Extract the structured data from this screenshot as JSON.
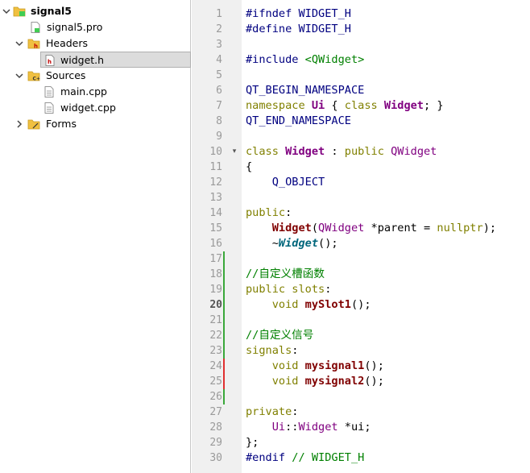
{
  "tree": {
    "project": "signal5",
    "pro_file": "signal5.pro",
    "headers": "Headers",
    "header_file": "widget.h",
    "sources": "Sources",
    "source_files": [
      "main.cpp",
      "widget.cpp"
    ],
    "forms": "Forms"
  },
  "editor": {
    "current_line": 20,
    "lines": [
      {
        "n": "1",
        "tokens": [
          [
            "pre",
            "#ifndef WIDGET_H"
          ]
        ]
      },
      {
        "n": "2",
        "tokens": [
          [
            "pre",
            "#define WIDGET_H"
          ]
        ]
      },
      {
        "n": "3",
        "tokens": []
      },
      {
        "n": "4",
        "tokens": [
          [
            "pre",
            "#include "
          ],
          [
            "inc",
            "<QWidget>"
          ]
        ]
      },
      {
        "n": "5",
        "tokens": []
      },
      {
        "n": "6",
        "tokens": [
          [
            "mac",
            "QT_BEGIN_NAMESPACE"
          ]
        ]
      },
      {
        "n": "7",
        "tokens": [
          [
            "kw",
            "namespace "
          ],
          [
            "cls",
            "Ui"
          ],
          [
            "pl",
            " { "
          ],
          [
            "kw",
            "class "
          ],
          [
            "cls",
            "Widget"
          ],
          [
            "pl",
            "; }"
          ]
        ]
      },
      {
        "n": "8",
        "tokens": [
          [
            "mac",
            "QT_END_NAMESPACE"
          ]
        ]
      },
      {
        "n": "9",
        "tokens": []
      },
      {
        "n": "10",
        "fold": "▾",
        "tokens": [
          [
            "kw",
            "class "
          ],
          [
            "cls",
            "Widget"
          ],
          [
            "pl",
            " : "
          ],
          [
            "kw",
            "public "
          ],
          [
            "typ",
            "QWidget"
          ]
        ]
      },
      {
        "n": "11",
        "tokens": [
          [
            "pl",
            "{"
          ]
        ]
      },
      {
        "n": "12",
        "tokens": [
          [
            "pl",
            "    "
          ],
          [
            "mac",
            "Q_OBJECT"
          ]
        ]
      },
      {
        "n": "13",
        "tokens": []
      },
      {
        "n": "14",
        "tokens": [
          [
            "kw",
            "public"
          ],
          [
            "pl",
            ":"
          ]
        ]
      },
      {
        "n": "15",
        "tokens": [
          [
            "pl",
            "    "
          ],
          [
            "fnb",
            "Widget"
          ],
          [
            "pl",
            "("
          ],
          [
            "typ",
            "QWidget"
          ],
          [
            "pl",
            " *"
          ],
          [
            "pl",
            "parent"
          ],
          [
            "pl",
            " = "
          ],
          [
            "kw",
            "nullptr"
          ],
          [
            "pl",
            ");"
          ]
        ]
      },
      {
        "n": "16",
        "tokens": [
          [
            "pl",
            "    ~"
          ],
          [
            "virt",
            "Widget"
          ],
          [
            "pl",
            "();"
          ]
        ]
      },
      {
        "n": "17",
        "tokens": []
      },
      {
        "n": "18",
        "tokens": [
          [
            "com",
            "//自定义槽函数"
          ]
        ]
      },
      {
        "n": "19",
        "tokens": [
          [
            "kw",
            "public slots"
          ],
          [
            "pl",
            ":"
          ]
        ]
      },
      {
        "n": "20",
        "tokens": [
          [
            "pl",
            "    "
          ],
          [
            "kw",
            "void "
          ],
          [
            "fnb",
            "mySlot1"
          ],
          [
            "pl",
            "();"
          ]
        ]
      },
      {
        "n": "21",
        "tokens": []
      },
      {
        "n": "22",
        "tokens": [
          [
            "com",
            "//自定义信号"
          ]
        ]
      },
      {
        "n": "23",
        "tokens": [
          [
            "kw",
            "signals"
          ],
          [
            "pl",
            ":"
          ]
        ]
      },
      {
        "n": "24",
        "tokens": [
          [
            "pl",
            "    "
          ],
          [
            "kw",
            "void "
          ],
          [
            "fnb",
            "mysignal1"
          ],
          [
            "pl",
            "();"
          ]
        ]
      },
      {
        "n": "25",
        "tokens": [
          [
            "pl",
            "    "
          ],
          [
            "kw",
            "void "
          ],
          [
            "fnb",
            "mysignal2"
          ],
          [
            "pl",
            "();"
          ]
        ]
      },
      {
        "n": "26",
        "tokens": []
      },
      {
        "n": "27",
        "tokens": [
          [
            "kw",
            "private"
          ],
          [
            "pl",
            ":"
          ]
        ]
      },
      {
        "n": "28",
        "tokens": [
          [
            "pl",
            "    "
          ],
          [
            "typ",
            "Ui"
          ],
          [
            "pl",
            "::"
          ],
          [
            "typ",
            "Widget"
          ],
          [
            "pl",
            " *"
          ],
          [
            "pl",
            "ui"
          ],
          [
            "pl",
            ";"
          ]
        ]
      },
      {
        "n": "29",
        "tokens": [
          [
            "pl",
            "};"
          ]
        ]
      },
      {
        "n": "30",
        "tokens": [
          [
            "pre",
            "#endif "
          ],
          [
            "com",
            "// WIDGET_H"
          ]
        ]
      }
    ]
  },
  "colors": {
    "modified_green": "#3aa83a",
    "modified_red": "#e03030",
    "folder": "#f0c040"
  }
}
